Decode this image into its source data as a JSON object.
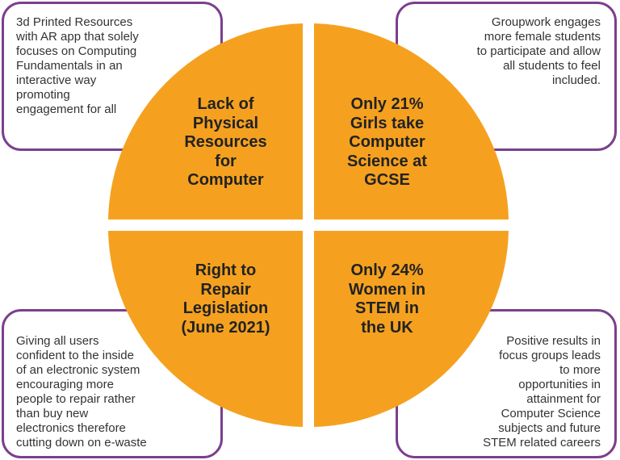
{
  "colors": {
    "quadrant_fill": "#f5a11f",
    "box_border": "#7b3f8e",
    "box_text": "#333333",
    "quadrant_text": "#222222"
  },
  "boxes": {
    "top_left": "3d Printed Resources\nwith AR app that solely\nfocuses on Computing\nFundamentals in an\ninteractive way\npromoting\nengagement for all",
    "top_right": "Groupwork engages\nmore female students\nto participate and allow\nall students to feel\nincluded.",
    "bottom_left": "Giving all users\nconfident to the inside\nof an electronic system\nencouraging more\npeople to repair rather\nthan buy new\nelectronics therefore\ncutting down on e-waste",
    "bottom_right": "Positive results in\nfocus groups leads\nto more\nopportunities in\nattainment for\nComputer Science\nsubjects and future\nSTEM related careers"
  },
  "quadrants": {
    "top_left": "Lack of\nPhysical\nResources\nfor\nComputer",
    "top_right": "Only 21%\nGirls take\nComputer\nScience at\nGCSE",
    "bottom_left": "Right to\nRepair\nLegislation\n(June 2021)",
    "bottom_right": "Only 24%\nWomen in\nSTEM in\nthe UK"
  }
}
